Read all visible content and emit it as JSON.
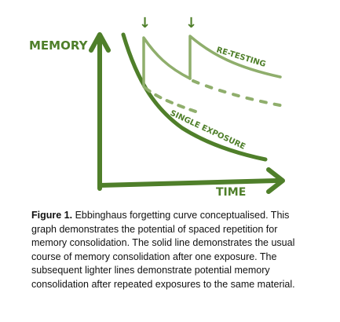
{
  "chart_data": {
    "type": "line",
    "title": "",
    "xlabel": "TIME",
    "ylabel": "MEMORY",
    "series": [
      {
        "name": "SINGLE EXPOSURE",
        "style": "solid"
      },
      {
        "name": "RE-TESTING",
        "style": "light"
      }
    ],
    "markers": [
      "↓",
      "↓"
    ],
    "grid": false
  },
  "colors": {
    "accent": "#4f7f2a",
    "light": "#8fae6c"
  },
  "caption": {
    "label": "Figure 1.",
    "text": " Ebbinghaus forgetting curve conceptualised. This graph demonstrates the potential of spaced repetition for memory consolidation. The solid line demonstrates the usual course of memory consolidation after one exposure. The subsequent lighter lines demonstrate potential memory consolidation after repeated exposures to the same material."
  }
}
